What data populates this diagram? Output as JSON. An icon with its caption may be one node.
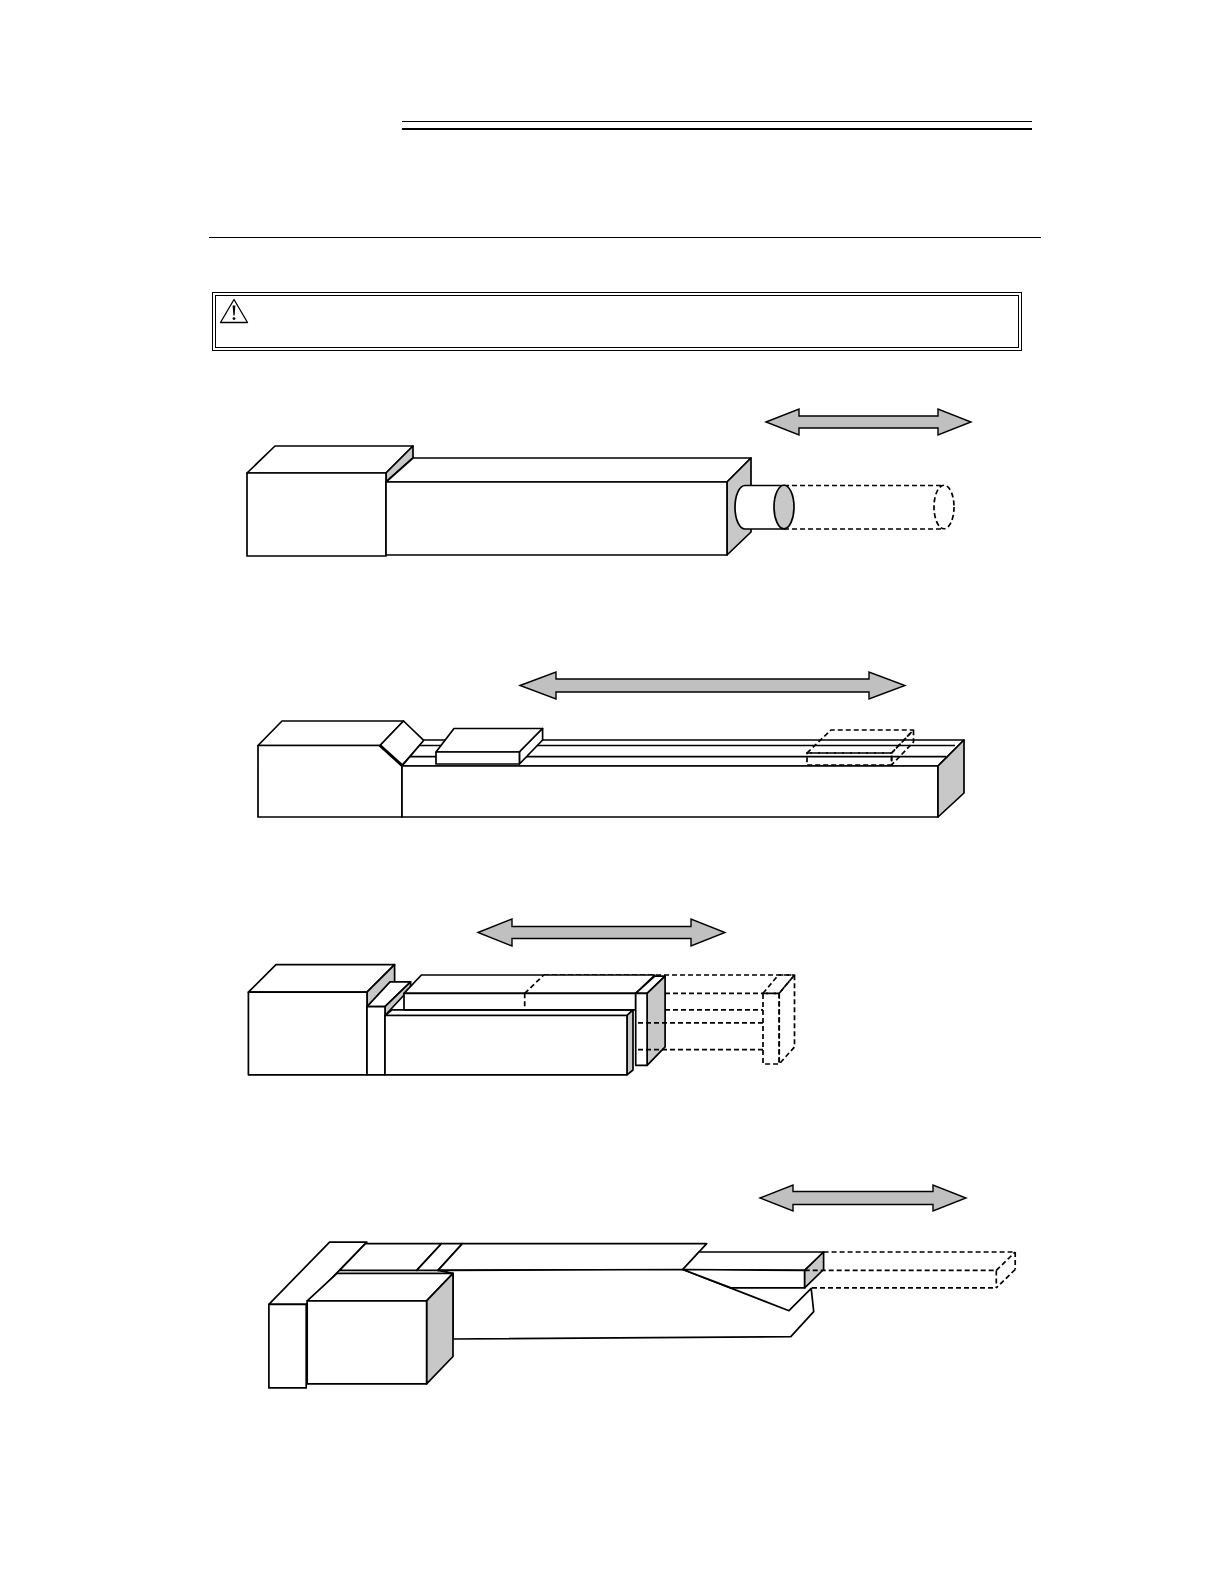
{
  "diagram": {
    "nodes": [
      {
        "text": [],
        "shape": "box"
      },
      {
        "text": [],
        "shape": "picture"
      },
      {
        "text": [],
        "shape": "picture"
      },
      {
        "text": [],
        "shape": "picture"
      },
      {
        "text": [],
        "shape": "picture"
      }
    ]
  }
}
